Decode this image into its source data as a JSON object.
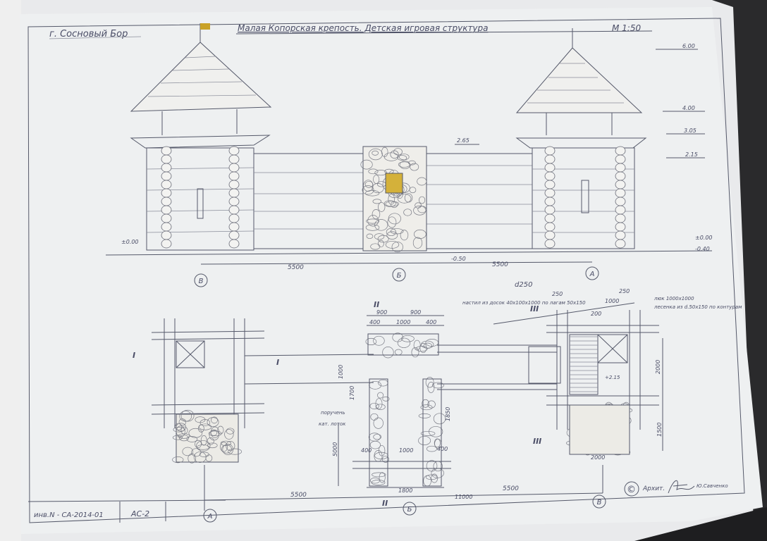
{
  "sheet": {
    "city": "г. Сосновый Бор",
    "title": "Малая Копорская крепость. Детская игровая структура",
    "scale": "М 1:50",
    "inventory_no": "инв.N - CA-2014-01",
    "sheet_code": "АС-2",
    "copyright": "©",
    "architect_label": "Архит.",
    "architect_name": "Ю.Савченко"
  },
  "elevation": {
    "levels": {
      "top": "6.00",
      "roof_eave": "4.00",
      "floor_top": "3.05",
      "wall_top": "2.15",
      "gate": "2.65",
      "ground_left": "±0.00",
      "ground_right": "±0.00",
      "below_right": "-0.40",
      "below_mid": "-0.50"
    },
    "dims": [
      "5500",
      "5500"
    ],
    "axes": [
      "В",
      "Б",
      "А"
    ]
  },
  "plan": {
    "dims_top": [
      "900",
      "900",
      "400",
      "1000",
      "400"
    ],
    "dims_right": [
      "d250",
      "250",
      "1000",
      "250",
      "200",
      "2000",
      "1500",
      "2000"
    ],
    "dims_mid": [
      "1000",
      "1850",
      "5000",
      "400",
      "1000",
      "400",
      "1700"
    ],
    "notes": {
      "deck": "настил из досок 40x100x1000 по лагам 50x150",
      "hatch": "люк 1000x1000",
      "ladder": "лесенка из d.50x150 по контурам",
      "handrail": "поручень",
      "slide": "кат. лоток",
      "level": "+2.15"
    },
    "sections": [
      "I",
      "I",
      "II",
      "II",
      "III",
      "III"
    ],
    "dims_bottom": [
      "5500",
      "1800",
      "11000",
      "5500"
    ],
    "axes": [
      "А",
      "Б",
      "В"
    ]
  },
  "colors": {
    "paper": "#eef0f1",
    "pencil": "#4a4d66",
    "flag": "#c9a227"
  }
}
